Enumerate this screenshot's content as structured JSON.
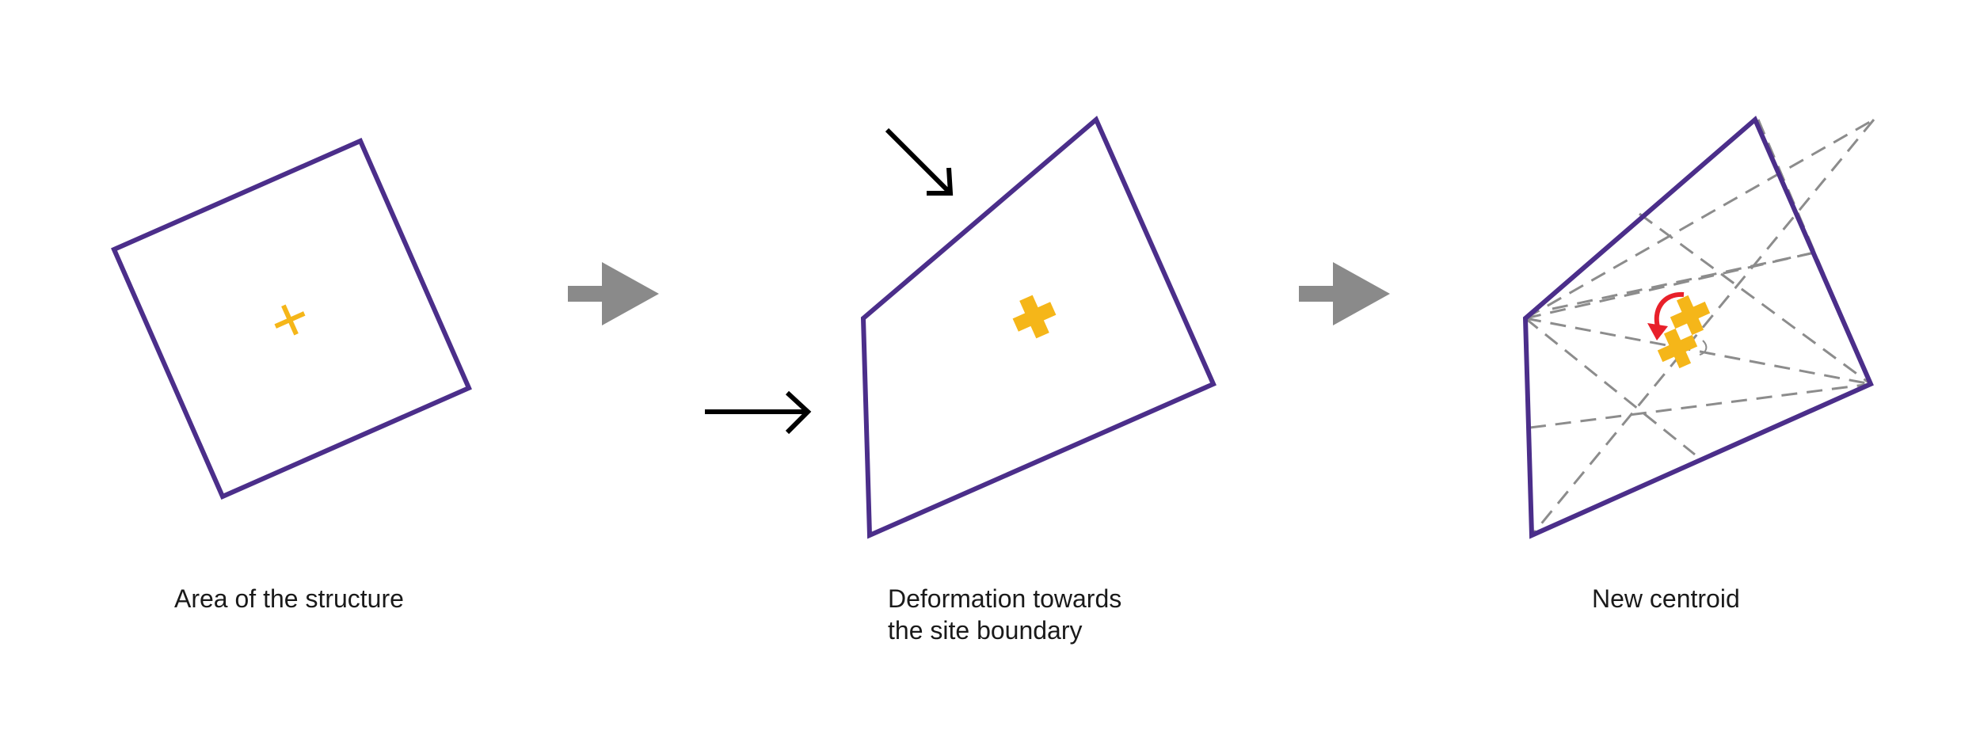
{
  "captions": {
    "step1": "Area of the structure",
    "step2_line1": "Deformation towards",
    "step2_line2": "the site boundary",
    "step3": "New centroid"
  },
  "colors": {
    "outline": "#4b2e8a",
    "centroid": "#f5b619",
    "step_arrow": "#8a8a8a",
    "force_arrow": "#000000",
    "rotation_arrow": "#e8202a",
    "dashed": "#8c8c8c"
  },
  "icons": {
    "step_arrows": "right-arrow-icon",
    "force_arrows": "open-arrow-icon",
    "centroid": "plus-icon",
    "rotation": "curved-arrow-icon"
  }
}
